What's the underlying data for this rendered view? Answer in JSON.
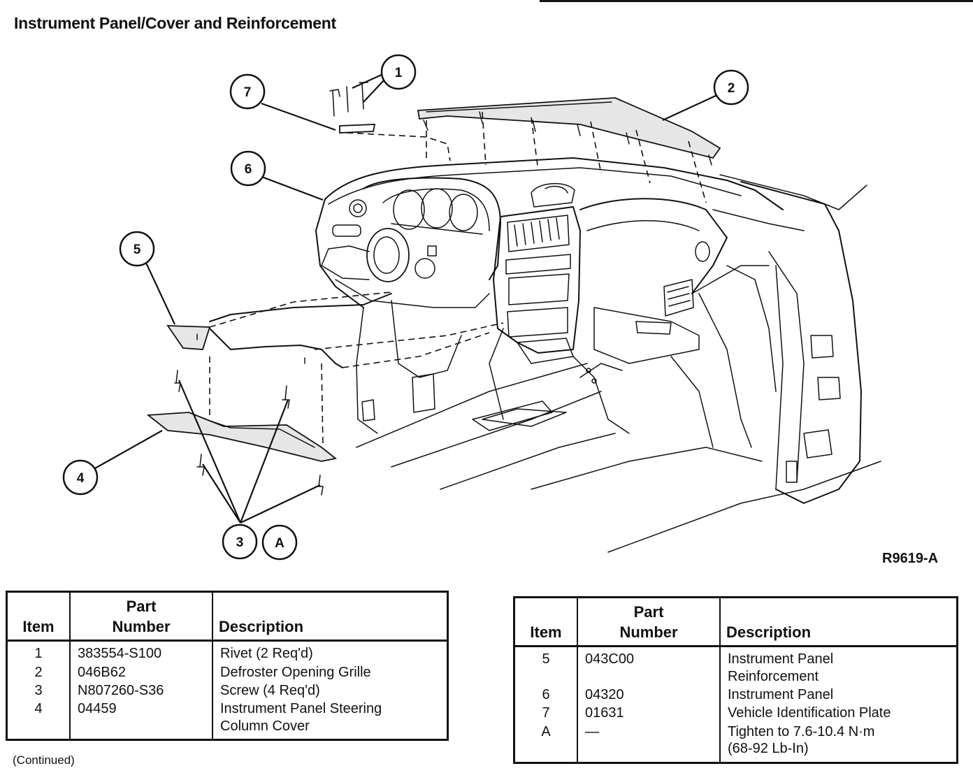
{
  "title": "Instrument Panel/Cover and Reinforcement",
  "figure_id": "R9619-A",
  "continued": "(Continued)",
  "callouts": [
    "1",
    "2",
    "3",
    "A",
    "4",
    "5",
    "6",
    "7"
  ],
  "table_headers": {
    "item": "Item",
    "part": "Part",
    "number": "Number",
    "description": "Description"
  },
  "left_table": [
    {
      "item": "1",
      "part_number": "383554-S100",
      "description": [
        "Rivet (2 Req'd)"
      ]
    },
    {
      "item": "2",
      "part_number": "046B62",
      "description": [
        "Defroster Opening Grille"
      ]
    },
    {
      "item": "3",
      "part_number": "N807260-S36",
      "description": [
        "Screw (4 Req'd)"
      ]
    },
    {
      "item": "4",
      "part_number": "04459",
      "description": [
        "Instrument Panel Steering",
        "Column Cover"
      ]
    }
  ],
  "right_table": [
    {
      "item": "5",
      "part_number": "043C00",
      "description": [
        "Instrument Panel",
        "Reinforcement"
      ]
    },
    {
      "item": "6",
      "part_number": "04320",
      "description": [
        "Instrument Panel"
      ]
    },
    {
      "item": "7",
      "part_number": "01631",
      "description": [
        "Vehicle Identification Plate"
      ]
    },
    {
      "item": "A",
      "part_number": "—",
      "description": [
        "Tighten to 7.6-10.4 N·m",
        "(68-92 Lb-In)"
      ]
    }
  ]
}
